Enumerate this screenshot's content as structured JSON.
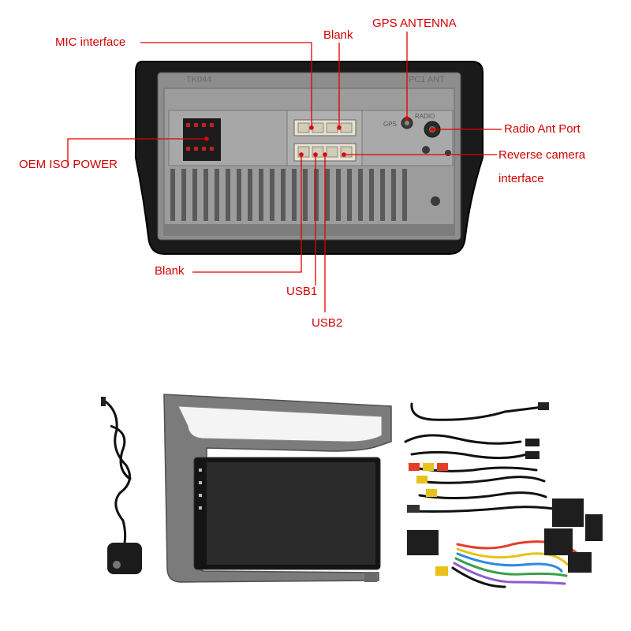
{
  "labels": {
    "mic": "MIC interface",
    "blank_top": "Blank",
    "gps": "GPS ANTENNA",
    "radio": "Radio Ant Port",
    "oem": "OEM ISO POWER",
    "reverse_line1": "Reverse camera",
    "reverse_line2": "interface",
    "blank_bottom": "Blank",
    "usb1": "USB1",
    "usb2": "USB2"
  },
  "unit_markings": {
    "left": "TK044",
    "right": "PC1 ANT",
    "gps": "GPS",
    "radio": "RADIO"
  },
  "colors": {
    "label": "#d40000",
    "leader": "#e00000",
    "bezel": "#1a1a1a",
    "chassis": "#8d8d8d"
  }
}
